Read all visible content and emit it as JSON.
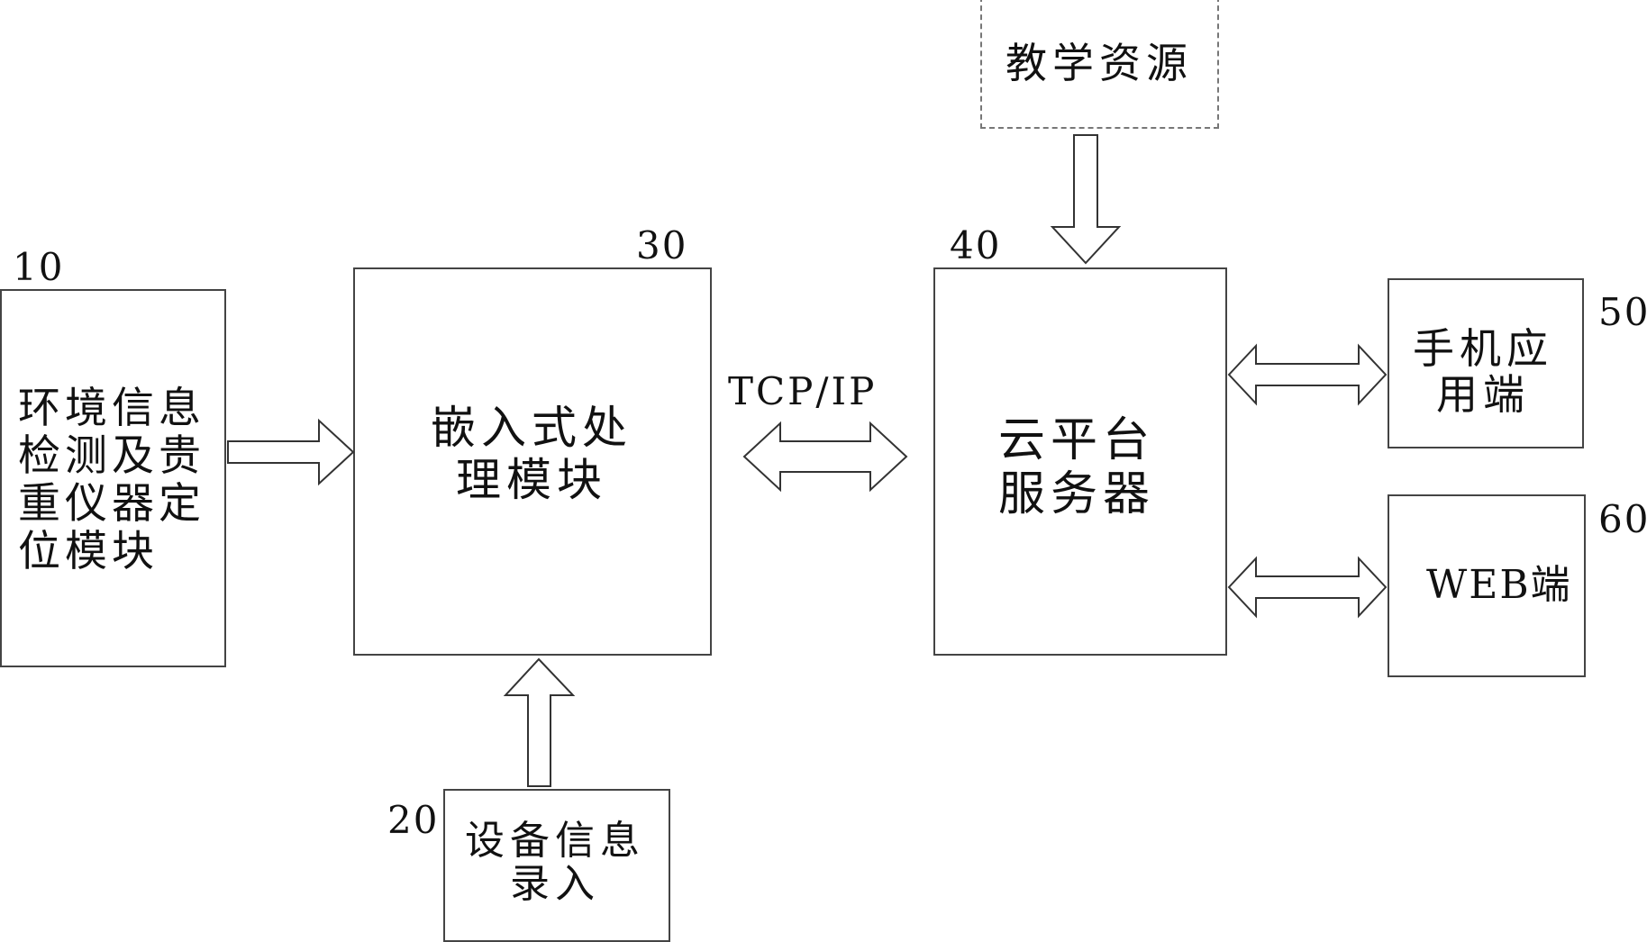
{
  "blocks": {
    "env": {
      "number": "10",
      "label": "环境信息\n检测及贵\n重仪器定\n位模块"
    },
    "device": {
      "number": "20",
      "label": "设备信息\n录入"
    },
    "embedded": {
      "number": "30",
      "label": "嵌入式处\n理模块"
    },
    "cloud": {
      "number": "40",
      "label": "云平台\n服务器"
    },
    "teaching": {
      "label": "教学资源"
    },
    "mobile": {
      "number": "50",
      "label": "手机应\n用端"
    },
    "web": {
      "number": "60",
      "label": "WEB端"
    }
  },
  "connections": {
    "protocol": "TCP/IP"
  }
}
